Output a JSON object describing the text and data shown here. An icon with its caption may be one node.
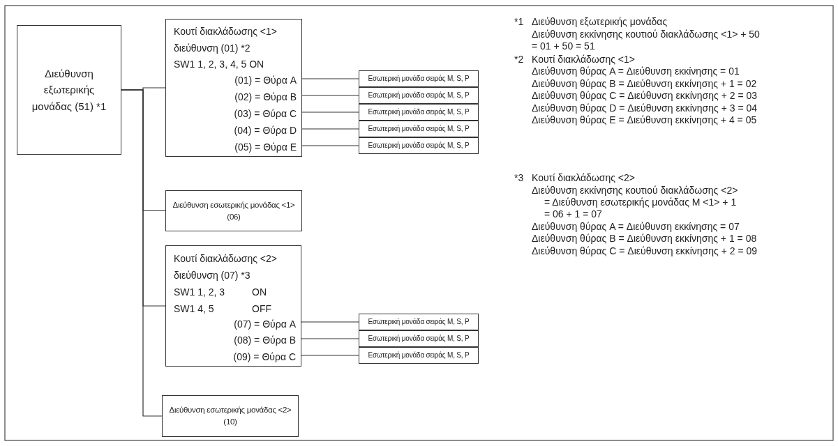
{
  "diagram": {
    "nodes": [
      {
        "text": [
          "Διεύθυνση εξωτερικής μονάδας (51) *1"
        ]
      },
      {
        "text": [
          "Κουτί διακλάδωσης <1>",
          "διεύθυνση (01) *2",
          "SW1 1, 2, 3, 4, 5 ON",
          "(01) = Θύρα A",
          "(02) = Θύρα B",
          "(03) = Θύρα C",
          "(04) = Θύρα D",
          "(05) = Θύρα E"
        ]
      },
      {
        "text": [
          "Εσωτερική μονάδα σειράς M, S, P"
        ]
      },
      {
        "text": [
          "Εσωτερική μονάδα σειράς M, S, P"
        ]
      },
      {
        "text": [
          "Εσωτερική μονάδα σειράς M, S, P"
        ]
      },
      {
        "text": [
          "Εσωτερική μονάδα σειράς M, S, P"
        ]
      },
      {
        "text": [
          "Εσωτερική μονάδα σειράς M, S, P"
        ]
      },
      {
        "text": [
          "Διεύθυνση εσωτερικής μονάδας <1> (06)"
        ]
      },
      {
        "text": [
          "Κουτί διακλάδωσης <2>",
          "διεύθυνση (07) *3",
          "SW1 1, 2, 3",
          "ON",
          "SW1 4, 5",
          "OFF",
          "(07) = Θύρα A",
          "(08) = Θύρα B",
          "(09) = Θύρα C"
        ]
      },
      {
        "text": [
          "Εσωτερική μονάδα σειράς M, S, P"
        ]
      },
      {
        "text": [
          "Εσωτερική μονάδα σειράς M, S, P"
        ]
      },
      {
        "text": [
          "Εσωτερική μονάδα σειράς M, S, P"
        ]
      },
      {
        "text": [
          "Διεύθυνση εσωτερικής μονάδας <2> (10)"
        ]
      }
    ],
    "edges": [
      {
        "from": 0,
        "to": 1,
        "arrow": "none"
      },
      {
        "from": 0,
        "to": 7,
        "arrow": "none"
      },
      {
        "from": 0,
        "to": 8,
        "arrow": "none"
      },
      {
        "from": 0,
        "to": 12,
        "arrow": "none"
      },
      {
        "from": 1,
        "to": 2,
        "arrow": "none"
      },
      {
        "from": 1,
        "to": 3,
        "arrow": "none"
      },
      {
        "from": 1,
        "to": 4,
        "arrow": "none"
      },
      {
        "from": 1,
        "to": 5,
        "arrow": "none"
      },
      {
        "from": 1,
        "to": 6,
        "arrow": "none"
      },
      {
        "from": 8,
        "to": 9,
        "arrow": "none"
      },
      {
        "from": 8,
        "to": 10,
        "arrow": "none"
      },
      {
        "from": 8,
        "to": 11,
        "arrow": "none"
      }
    ],
    "labels": [
      "*1",
      "Διεύθυνση εξωτερικής μονάδας",
      "Διεύθυνση εκκίνησης κουτιού διακλάδωσης <1> + 50",
      "= 01 + 50 = 51",
      "*2",
      "Κουτί διακλάδωσης <1>",
      "Διεύθυνση θύρας A = Διεύθυνση εκκίνησης = 01",
      "Διεύθυνση θύρας B = Διεύθυνση εκκίνησης + 1 = 02",
      "Διεύθυνση θύρας C = Διεύθυνση εκκίνησης + 2 = 03",
      "Διεύθυνση θύρας D = Διεύθυνση εκκίνησης + 3 = 04",
      "Διεύθυνση θύρας E = Διεύθυνση εκκίνησης + 4 = 05",
      "*3",
      "Κουτί διακλάδωσης <2>",
      "Διεύθυνση εκκίνησης κουτιού διακλάδωσης <2>",
      "= Διεύθυνση εσωτερικής μονάδας M <1> + 1",
      "= 06 + 1 = 07",
      "Διεύθυνση θύρας A = Διεύθυνση εκκίνησης = 07",
      "Διεύθυνση θύρας B = Διεύθυνση εκκίνησης + 1 = 08",
      "Διεύθυνση θύρας C = Διεύθυνση εκκίνησης + 2 = 09"
    ]
  }
}
